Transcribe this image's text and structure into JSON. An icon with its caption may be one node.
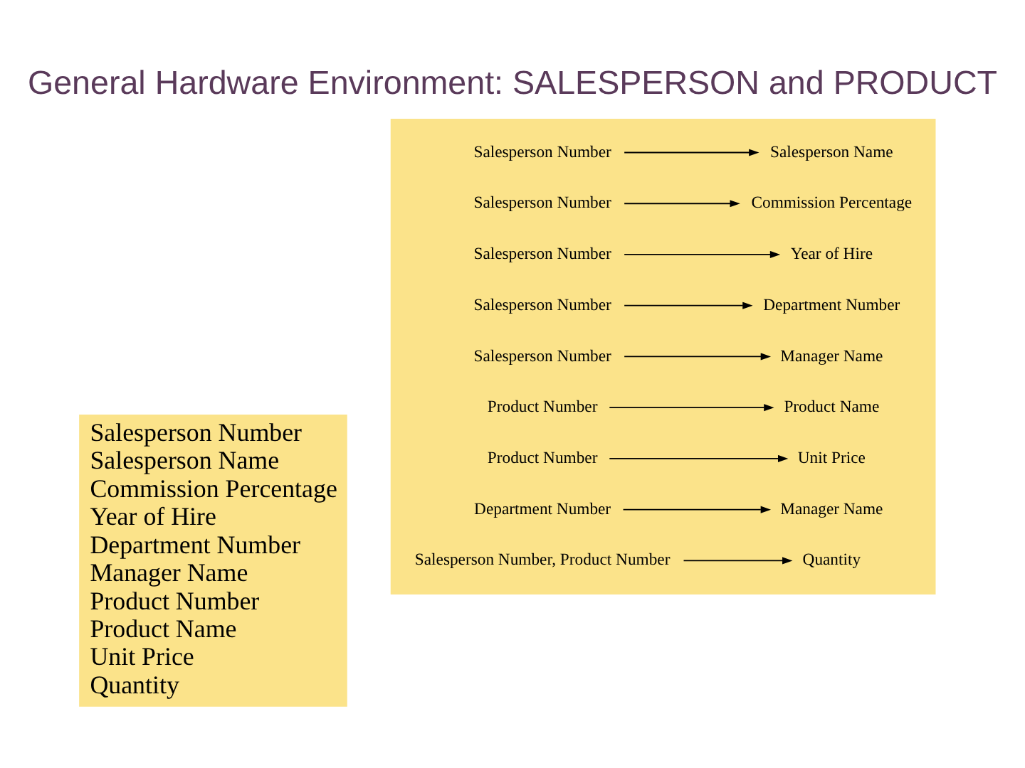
{
  "diagram": {
    "title": "General Hardware Environment: SALESPERSON and PRODUCT",
    "nodes": [
      {
        "text": [
          "Salesperson Number",
          "Salesperson Name",
          "Commission Percentage",
          "Year of Hire",
          "Department Number",
          "Manager Name",
          "Product Number",
          "Product Name",
          "Unit Price",
          "Quantity"
        ]
      },
      {
        "text": [],
        "shape": "box"
      },
      {
        "text": [
          "Salesperson Number"
        ],
        "in": 1
      },
      {
        "text": [
          "Salesperson Name"
        ],
        "in": 1
      },
      {
        "text": [
          "Salesperson Number"
        ],
        "in": 1
      },
      {
        "text": [
          "Commission Percentage"
        ],
        "in": 1
      },
      {
        "text": [
          "Salesperson Number"
        ],
        "in": 1
      },
      {
        "text": [
          "Year of Hire"
        ],
        "in": 1
      },
      {
        "text": [
          "Salesperson Number"
        ],
        "in": 1
      },
      {
        "text": [
          "Department Number"
        ],
        "in": 1
      },
      {
        "text": [
          "Salesperson Number"
        ],
        "in": 1
      },
      {
        "text": [
          "Manager Name"
        ],
        "in": 1
      },
      {
        "text": [
          "Product Number"
        ],
        "in": 1
      },
      {
        "text": [
          "Product Name"
        ],
        "in": 1
      },
      {
        "text": [
          "Product Number"
        ],
        "in": 1
      },
      {
        "text": [
          "Unit Price"
        ],
        "in": 1
      },
      {
        "text": [
          "Department Number"
        ],
        "in": 1
      },
      {
        "text": [
          "Manager Name"
        ],
        "in": 1
      },
      {
        "text": [
          "Salesperson Number, Product Number"
        ],
        "in": 1
      },
      {
        "text": [
          "Quantity"
        ],
        "in": 1
      }
    ],
    "edges": [
      {
        "from": 2,
        "to": 3,
        "arrow": "to"
      },
      {
        "from": 4,
        "to": 5,
        "arrow": "to"
      },
      {
        "from": 6,
        "to": 7,
        "arrow": "to"
      },
      {
        "from": 8,
        "to": 9,
        "arrow": "to"
      },
      {
        "from": 10,
        "to": 11,
        "arrow": "to"
      },
      {
        "from": 12,
        "to": 13,
        "arrow": "to"
      },
      {
        "from": 14,
        "to": 15,
        "arrow": "to"
      },
      {
        "from": 16,
        "to": 17,
        "arrow": "to"
      },
      {
        "from": 18,
        "to": 19,
        "arrow": "to"
      }
    ]
  }
}
